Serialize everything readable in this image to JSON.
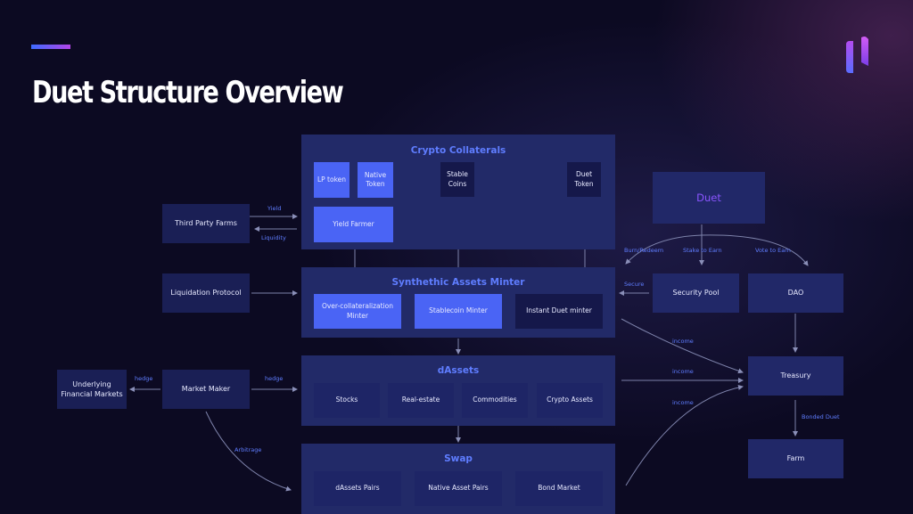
{
  "title": "Duet Structure Overview",
  "icons": {
    "logo": "duet-logo-icon"
  },
  "colors": {
    "background": "#0c0a22",
    "panel": "#222a68",
    "accent_text": "#5f7dff",
    "highlight_box": "#4a64f5",
    "duet_text": "#8a55ff"
  },
  "panels": {
    "crypto_collaterals": {
      "title": "Crypto Collaterals",
      "lp_token": "LP token",
      "native_token": "Native Token",
      "stable_coins": "Stable Coins",
      "duet_token": "Duet Token",
      "yield_farmer": "Yield Farmer"
    },
    "synthetic_minter": {
      "title": "Synthethic Assets Minter",
      "over_collateral": "Over-collateralization Minter",
      "stablecoin": "Stablecoin Minter",
      "instant": "Instant Duet minter"
    },
    "dassets": {
      "title": "dAssets",
      "stocks": "Stocks",
      "real_estate": "Real-estate",
      "commodities": "Commodities",
      "crypto_assets": "Crypto Assets"
    },
    "swap": {
      "title": "Swap",
      "dassets_pairs": "dAssets Pairs",
      "native_pairs": "Native Asset Pairs",
      "bond_market": "Bond Market"
    }
  },
  "nodes": {
    "third_party_farms": "Third Party Farms",
    "liquidation_protocol": "Liquidation Protocol",
    "market_maker": "Market Maker",
    "underlying_markets": "Underlying Financial Markets",
    "duet": "Duet",
    "security_pool": "Security Pool",
    "dao": "DAO",
    "treasury": "Treasury",
    "farm": "Farm"
  },
  "edges": {
    "yield": "Yield",
    "liquidity": "Liquidity",
    "burn_redeem": "Burn/Redeem",
    "stake_to_earn": "Stake to Earn",
    "vote_to_earn": "Vote to Earn",
    "secure": "Secure",
    "income": "income",
    "hedge": "hedge",
    "arbitrage": "Arbitrage",
    "bonded_duet": "Bonded Duet"
  }
}
